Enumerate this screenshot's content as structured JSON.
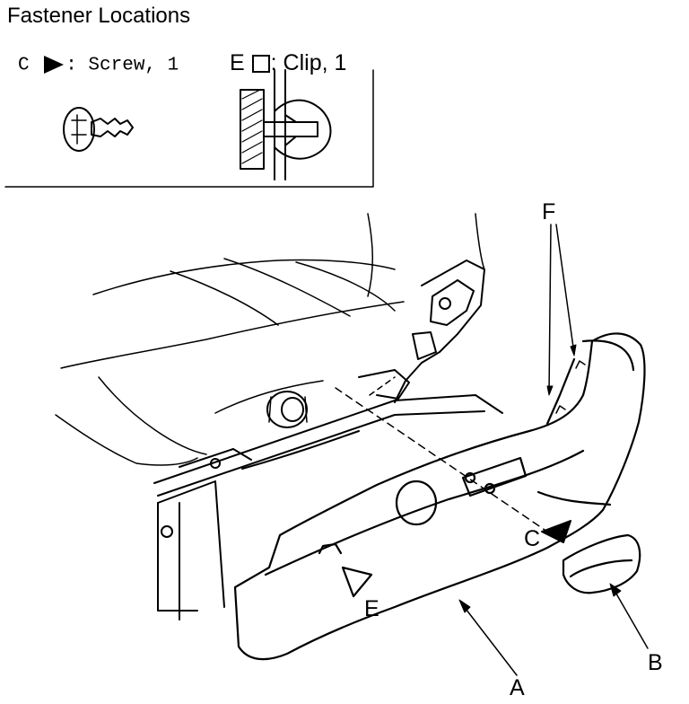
{
  "title": "Fastener Locations",
  "legend": {
    "screw": {
      "letter": "C",
      "text": ": Screw, 1"
    },
    "clip": {
      "letter": "E",
      "text": ": Clip, 1"
    }
  },
  "callouts": {
    "a": "A",
    "b": "B",
    "c": "C",
    "e": "E",
    "f": "F"
  }
}
